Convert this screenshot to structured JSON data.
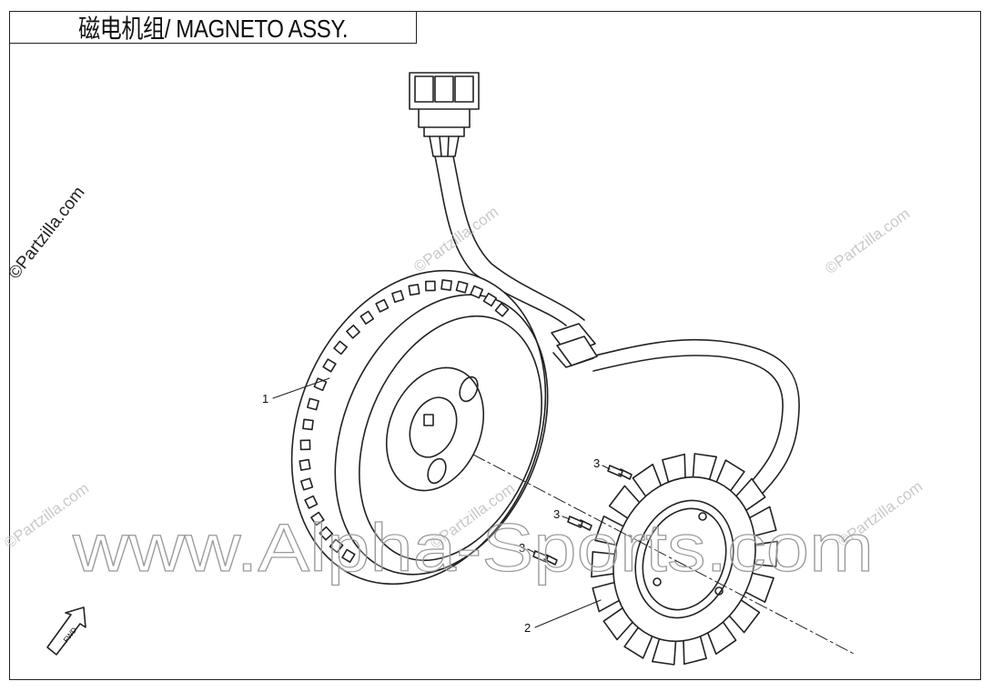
{
  "title": "磁电机组/ MAGNETO ASSY.",
  "callouts": [
    {
      "id": "flywheel",
      "label": "1"
    },
    {
      "id": "stator",
      "label": "2"
    },
    {
      "id": "bolt-top",
      "label": "3"
    },
    {
      "id": "bolt-middle",
      "label": "3"
    },
    {
      "id": "bolt-bottom",
      "label": "3"
    }
  ],
  "fwd_label": "FWD",
  "watermarks": {
    "site_small": "©Partzilla.com",
    "site_large": "www.Alpha-Sports.com"
  }
}
